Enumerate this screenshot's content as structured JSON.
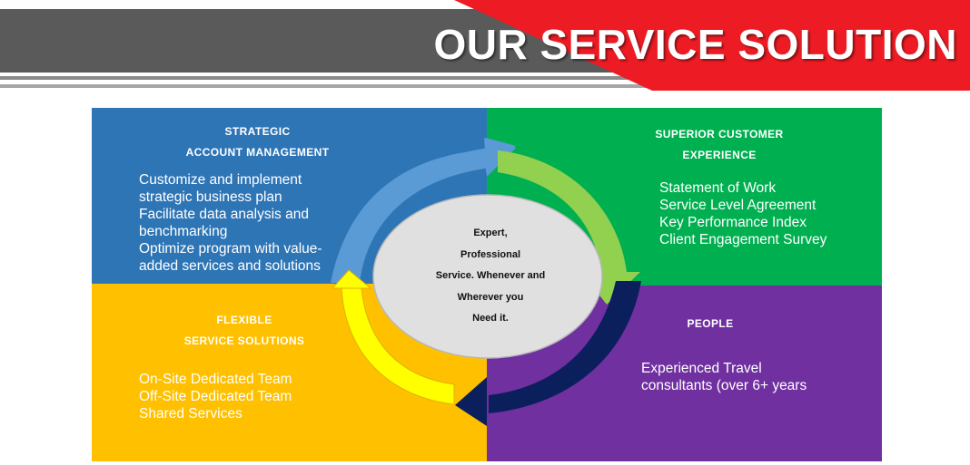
{
  "header": {
    "title": "OUR SERVICE SOLUTION"
  },
  "quadrants": {
    "strategic": {
      "title_lines": [
        "STRATEGIC",
        "ACCOUNT MANAGEMENT"
      ],
      "body_lines": [
        "Customize and implement",
        "strategic business plan",
        "Facilitate data analysis and",
        "benchmarking",
        "Optimize program with value-",
        "added services and solutions"
      ],
      "color": "#2E75B6"
    },
    "superior": {
      "title_lines": [
        "SUPERIOR CUSTOMER",
        "EXPERIENCE"
      ],
      "body_lines": [
        "Statement of Work",
        "Service Level Agreement",
        "Key Performance Index",
        "Client Engagement Survey"
      ],
      "color": "#00B050"
    },
    "flexible": {
      "title_lines": [
        "FLEXIBLE",
        "SERVICE SOLUTIONS"
      ],
      "body_lines": [
        "On-Site Dedicated Team",
        "Off-Site Dedicated Team",
        "Shared Services"
      ],
      "color": "#FFC000"
    },
    "people": {
      "title_lines": [
        "PEOPLE"
      ],
      "body_lines": [
        "Experienced Travel",
        "consultants (over 6+ years"
      ],
      "color": "#7030A0"
    }
  },
  "center": {
    "lines": [
      "Expert,",
      "Professional",
      "Service. Whenever and",
      "Wherever you",
      "Need it."
    ]
  },
  "colors": {
    "banner_gray": "#5A5A5A",
    "banner_red": "#ED1C24",
    "arrow_blue": "#5B9BD5",
    "arrow_green": "#92D050",
    "arrow_navy": "#0B1F5C",
    "arrow_yellow": "#FFFF00",
    "ellipse": "#E0E0E0"
  }
}
